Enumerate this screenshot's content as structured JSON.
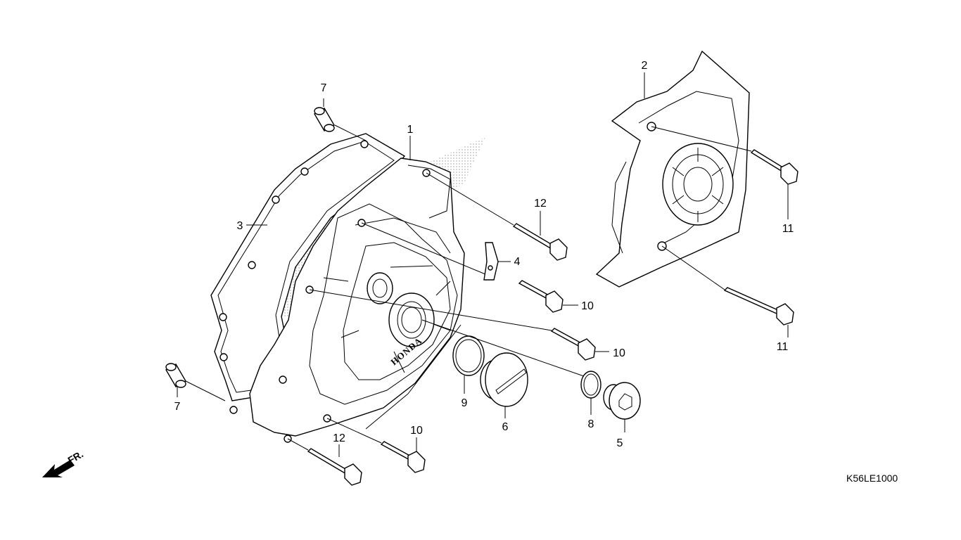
{
  "diagram": {
    "code": "K56LE1000",
    "direction_label": "FR.",
    "brand_mark": "HONDA",
    "callouts": [
      "1",
      "2",
      "3",
      "4",
      "5",
      "6",
      "7",
      "7",
      "8",
      "9",
      "10",
      "10",
      "10",
      "11",
      "11",
      "12",
      "12"
    ]
  }
}
